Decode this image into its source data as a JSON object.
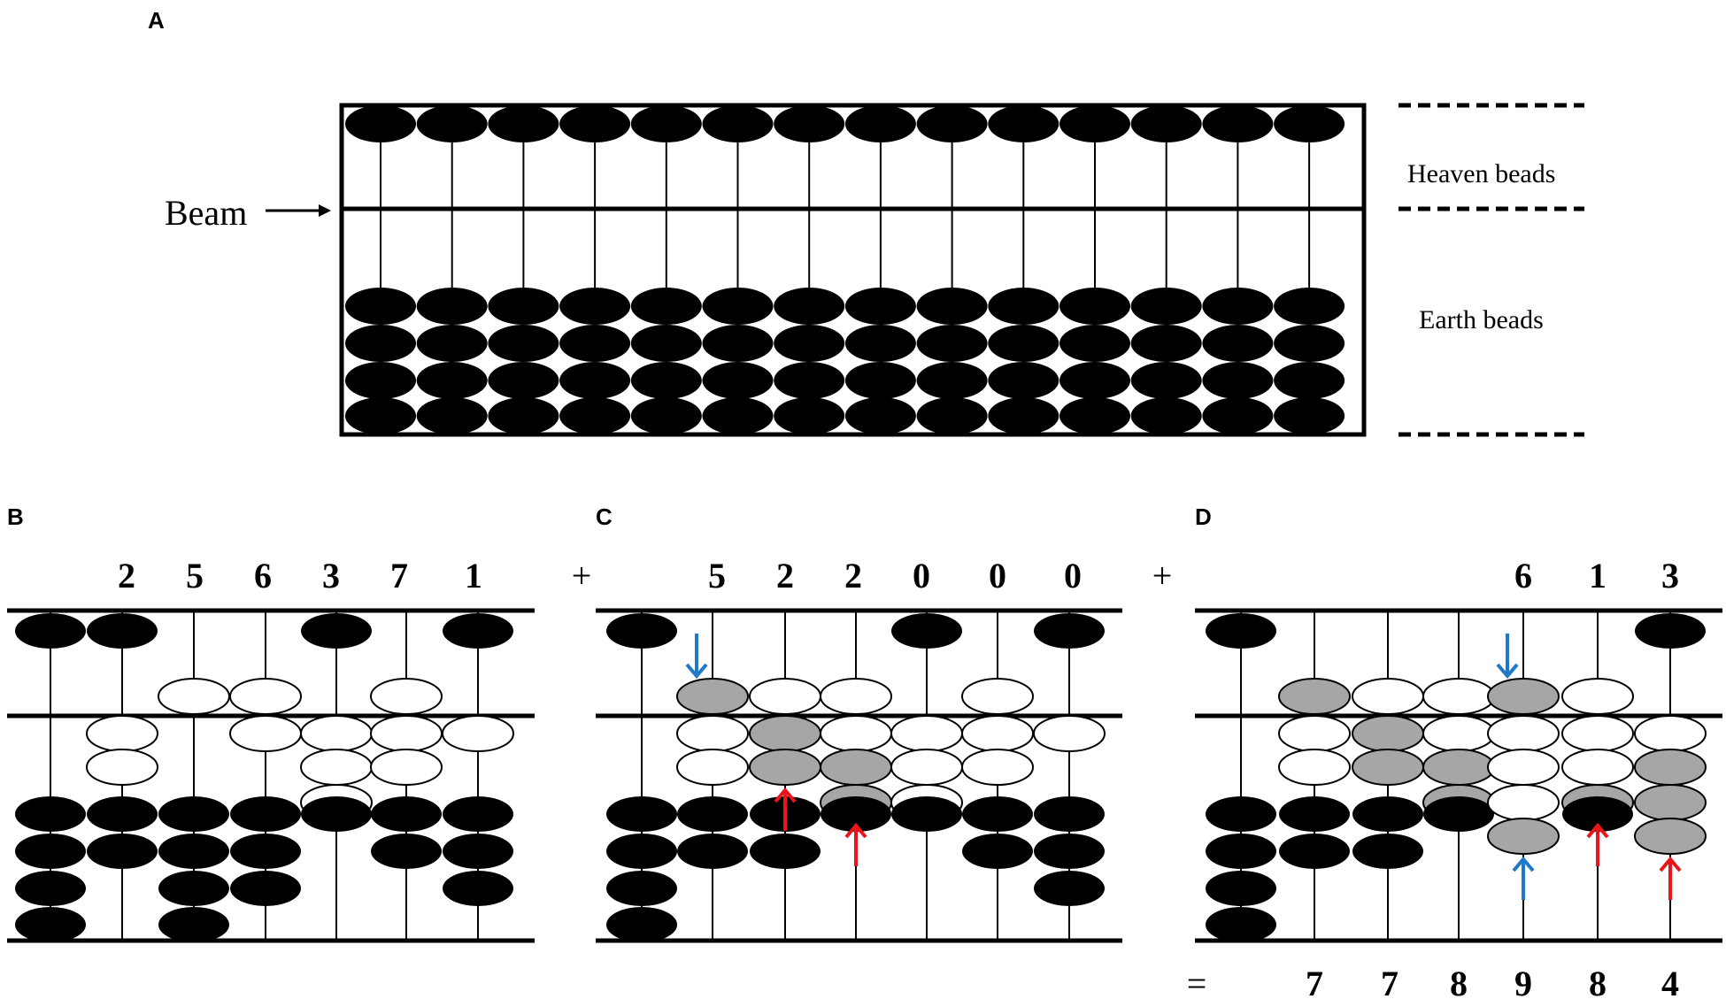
{
  "panel_labels": {
    "a": "A",
    "b": "B",
    "c": "C",
    "d": "D"
  },
  "panel_a": {
    "beam_label": "Beam",
    "heaven_label": "Heaven beads",
    "earth_label": "Earth beads",
    "rods": 14
  },
  "panel_b": {
    "digits": [
      "2",
      "5",
      "6",
      "3",
      "7",
      "1"
    ],
    "operator_after": "+"
  },
  "panel_c": {
    "digits": [
      "5",
      "2",
      "2",
      "0",
      "0",
      "0"
    ],
    "operator_after": "+"
  },
  "panel_d": {
    "digits": [
      "6",
      "1",
      "3"
    ],
    "equals": "=",
    "result": [
      "7",
      "7",
      "8",
      "9",
      "8",
      "4"
    ]
  },
  "bead_states": {
    "b": [
      {
        "heaven": "rest",
        "earth": [
          "rest",
          "rest",
          "rest",
          "rest"
        ]
      },
      {
        "heaven": "rest",
        "earth": [
          "set",
          "set",
          "rest",
          "rest"
        ]
      },
      {
        "heaven": "set",
        "earth": [
          "rest",
          "rest",
          "rest",
          "rest"
        ]
      },
      {
        "heaven": "set",
        "earth": [
          "set",
          "rest",
          "rest",
          "rest"
        ]
      },
      {
        "heaven": "rest",
        "earth": [
          "set",
          "set",
          "set",
          "rest"
        ]
      },
      {
        "heaven": "set",
        "earth": [
          "set",
          "set",
          "rest",
          "rest"
        ]
      },
      {
        "heaven": "rest",
        "earth": [
          "set",
          "rest",
          "rest",
          "rest"
        ]
      }
    ],
    "c": [
      {
        "heaven": "rest",
        "earth": [
          "rest",
          "rest",
          "rest",
          "rest"
        ]
      },
      {
        "heaven": "moved",
        "earth": [
          "set",
          "set",
          "rest",
          "rest"
        ]
      },
      {
        "heaven": "set",
        "earth": [
          "moved",
          "moved",
          "rest",
          "rest"
        ]
      },
      {
        "heaven": "set",
        "earth": [
          "set",
          "moved",
          "moved",
          "rest"
        ]
      },
      {
        "heaven": "rest",
        "earth": [
          "set",
          "set",
          "set",
          "rest"
        ]
      },
      {
        "heaven": "set",
        "earth": [
          "set",
          "set",
          "rest",
          "rest"
        ]
      },
      {
        "heaven": "rest",
        "earth": [
          "set",
          "rest",
          "rest",
          "rest"
        ]
      }
    ],
    "d": [
      {
        "heaven": "rest",
        "earth": [
          "rest",
          "rest",
          "rest",
          "rest"
        ]
      },
      {
        "heaven": "moved",
        "earth": [
          "set",
          "set",
          "rest",
          "rest"
        ]
      },
      {
        "heaven": "set",
        "earth": [
          "moved",
          "moved",
          "rest",
          "rest"
        ]
      },
      {
        "heaven": "set",
        "earth": [
          "set",
          "moved",
          "moved",
          "rest"
        ]
      },
      {
        "heaven": "moved",
        "earth": [
          "set",
          "set",
          "set",
          "moved"
        ]
      },
      {
        "heaven": "set",
        "earth": [
          "set",
          "set",
          "moved",
          "rest"
        ]
      },
      {
        "heaven": "rest",
        "earth": [
          "set",
          "moved",
          "moved",
          "moved"
        ]
      }
    ]
  },
  "arrows": {
    "c": [
      {
        "rod": 1,
        "kind": "heaven-down",
        "color": "#1f78c8"
      },
      {
        "rod": 2,
        "kind": "earth-up",
        "color": "#e8161b"
      },
      {
        "rod": 3,
        "kind": "earth-up",
        "color": "#e8161b"
      }
    ],
    "d": [
      {
        "rod": 4,
        "kind": "heaven-down",
        "color": "#1f78c8"
      },
      {
        "rod": 4,
        "kind": "earth-up",
        "color": "#1f78c8"
      },
      {
        "rod": 5,
        "kind": "earth-up",
        "color": "#e8161b"
      },
      {
        "rod": 6,
        "kind": "earth-up",
        "color": "#e8161b"
      }
    ]
  },
  "colors": {
    "bead_black": "#000000",
    "bead_white": "#ffffff",
    "bead_gray": "#a6a6a6",
    "arrow_blue": "#1f78c8",
    "arrow_red": "#e8161b"
  }
}
